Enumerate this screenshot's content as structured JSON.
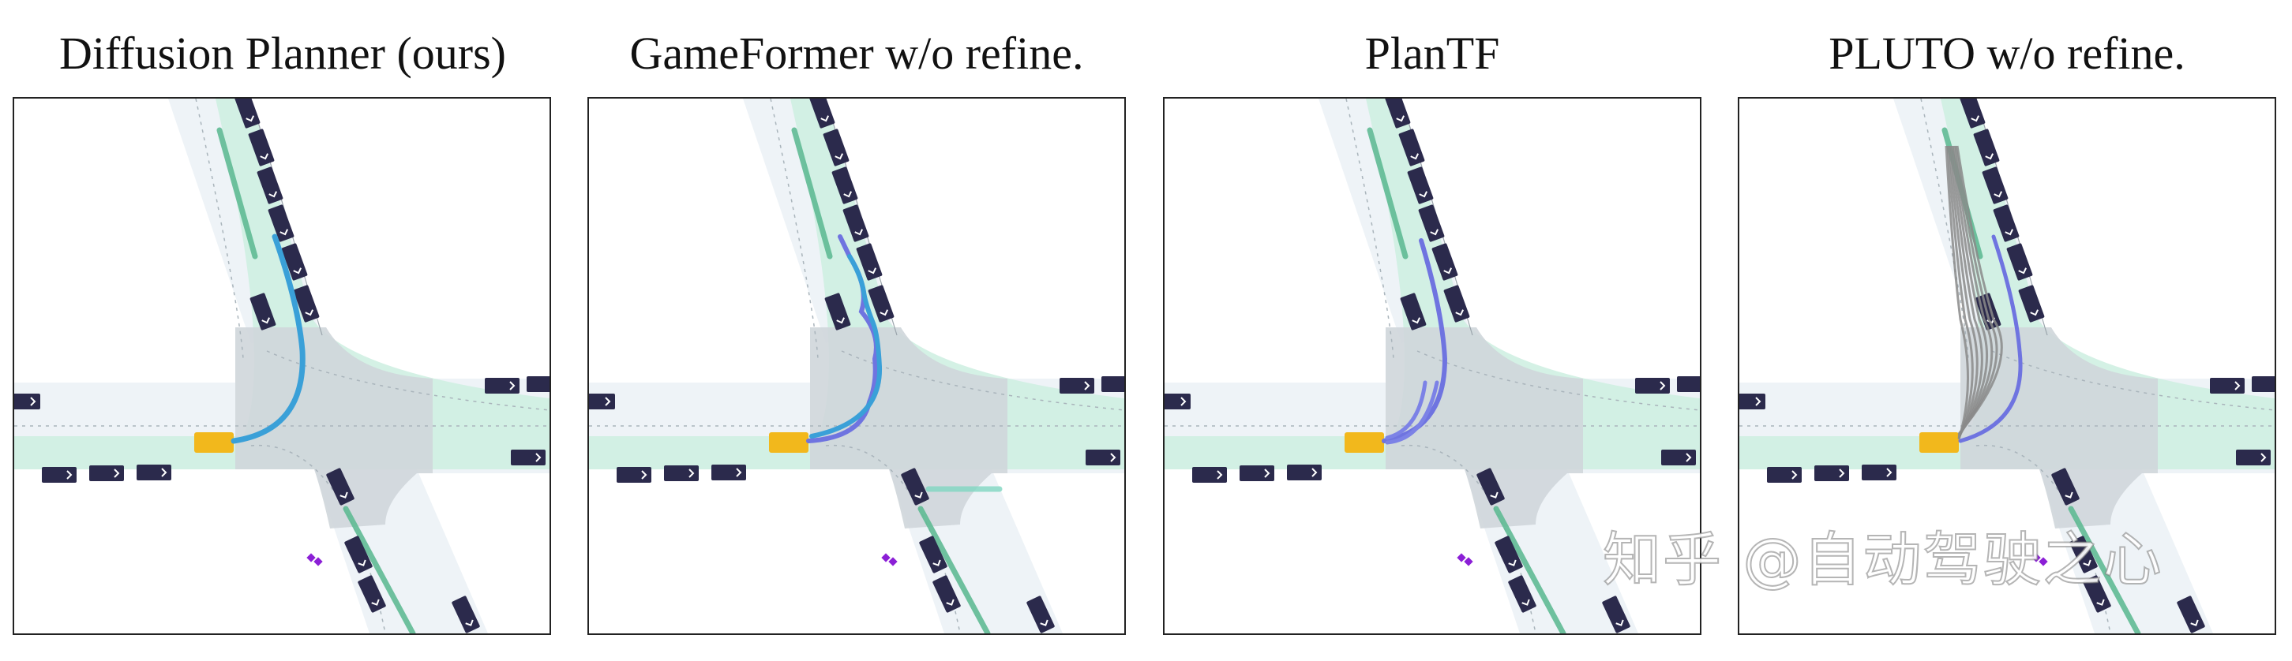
{
  "panels": [
    {
      "title": "Diffusion Planner (ours)",
      "variant": "diffusion",
      "plan_color": "#3aa0d8"
    },
    {
      "title": "GameFormer w/o refine.",
      "variant": "gameformer",
      "plan_color": "#3aa0d8"
    },
    {
      "title": "PlanTF",
      "variant": "plantf",
      "plan_color": "#6f74e0"
    },
    {
      "title": "PLUTO w/o refine.",
      "variant": "pluto",
      "plan_color": "#6f74e0"
    }
  ],
  "watermark": "知乎 @自动驾驶之心",
  "colors": {
    "road": "#eef3f7",
    "intersection": "#cfd6da",
    "route": "#cdeee0",
    "agent_vehicle": "#2b2a4c",
    "ego_vehicle": "#f2b81c",
    "gt_track": "#5fba94",
    "candidate": "#8a8a8a",
    "pedestrian": "#8b1fd6"
  }
}
